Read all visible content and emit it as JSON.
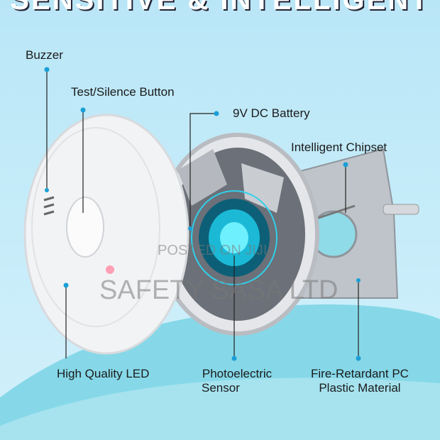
{
  "title": "SENSITIVE & INTELLIGENT",
  "labels": {
    "buzzer": "Buzzer",
    "test_button": "Test/Silence Button",
    "battery": "9V DC Battery",
    "chipset": "Intelligent Chipset",
    "led": "High Quality LED",
    "sensor_line1": "Photoelectric",
    "sensor_line2": "Sensor",
    "material_line1": "Fire-Retardant PC",
    "material_line2": "Plastic Material"
  },
  "watermark": {
    "line1": "POSTED ON JIJI",
    "line2": "SAFETY SASA LTD"
  },
  "colors": {
    "accent": "#1a9fd6",
    "background": "#c6ecf9",
    "blob": "#7fd6e6"
  }
}
